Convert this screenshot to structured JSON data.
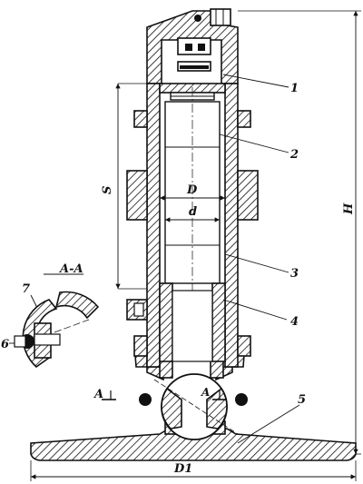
{
  "figure": {
    "callouts": [
      "1",
      "2",
      "3",
      "4",
      "5",
      "6",
      "7"
    ],
    "dimensions": {
      "stroke": "S",
      "inner_large": "D",
      "inner_small": "d",
      "height": "H",
      "base_width": "D1"
    },
    "section": {
      "title": "A-A",
      "marker_left": "A",
      "marker_center": "A"
    }
  }
}
